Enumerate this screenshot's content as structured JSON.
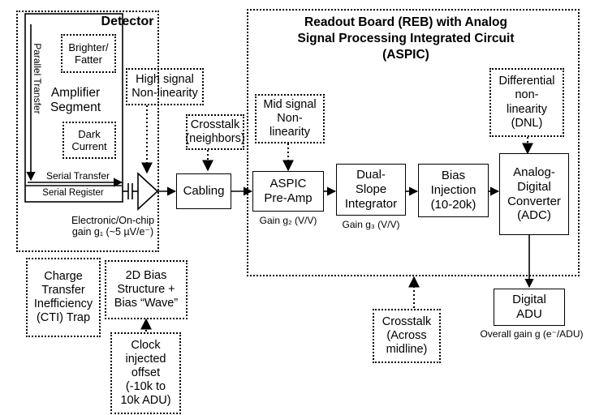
{
  "detector": {
    "title": "Detector",
    "parallel_transfer": "Parallel Transfer",
    "brighter_fatter": "Brighter/\nFatter",
    "amplifier_segment": "Amplifier\nSegment",
    "dark_current": "Dark\nCurrent",
    "serial_transfer": "Serial Transfer",
    "serial_register": "Serial Register",
    "electronic_gain": "Electronic/On-chip\ngain g₁ (~5 µV/e⁻)"
  },
  "reb": {
    "title": "Readout Board (REB) with Analog\nSignal Processing Integrated Circuit\n(ASPIC)"
  },
  "boxes": {
    "high_signal": "High signal\nNon-linearity",
    "crosstalk_neighbors": "Crosstalk\n(neighbors)",
    "cabling": "Cabling",
    "mid_signal": "Mid signal\nNon-\nlinearity",
    "aspic_preamp": "ASPIC\nPre-Amp",
    "dual_slope": "Dual-\nSlope\nIntegrator",
    "bias_injection": "Bias\nInjection\n(10-20k)",
    "dnl": "Differential\nnon-\nlinearity\n(DNL)",
    "adc": "Analog-\nDigital\nConverter\n(ADC)",
    "digital_adu": "Digital\nADU",
    "cti": "Charge\nTransfer\nInefficiency\n(CTI) Trap",
    "bias_structure": "2D Bias\nStructure +\nBias “Wave”",
    "clock_offset": "Clock\ninjected\noffset\n(-10k to\n10k ADU)",
    "crosstalk_midline": "Crosstalk\n(Across\nmidline)"
  },
  "gains": {
    "g2": "Gain g₂ (V/V)",
    "g3": "Gain g₃ (V/V)",
    "overall": "Overall gain g (e⁻/ADU)"
  }
}
